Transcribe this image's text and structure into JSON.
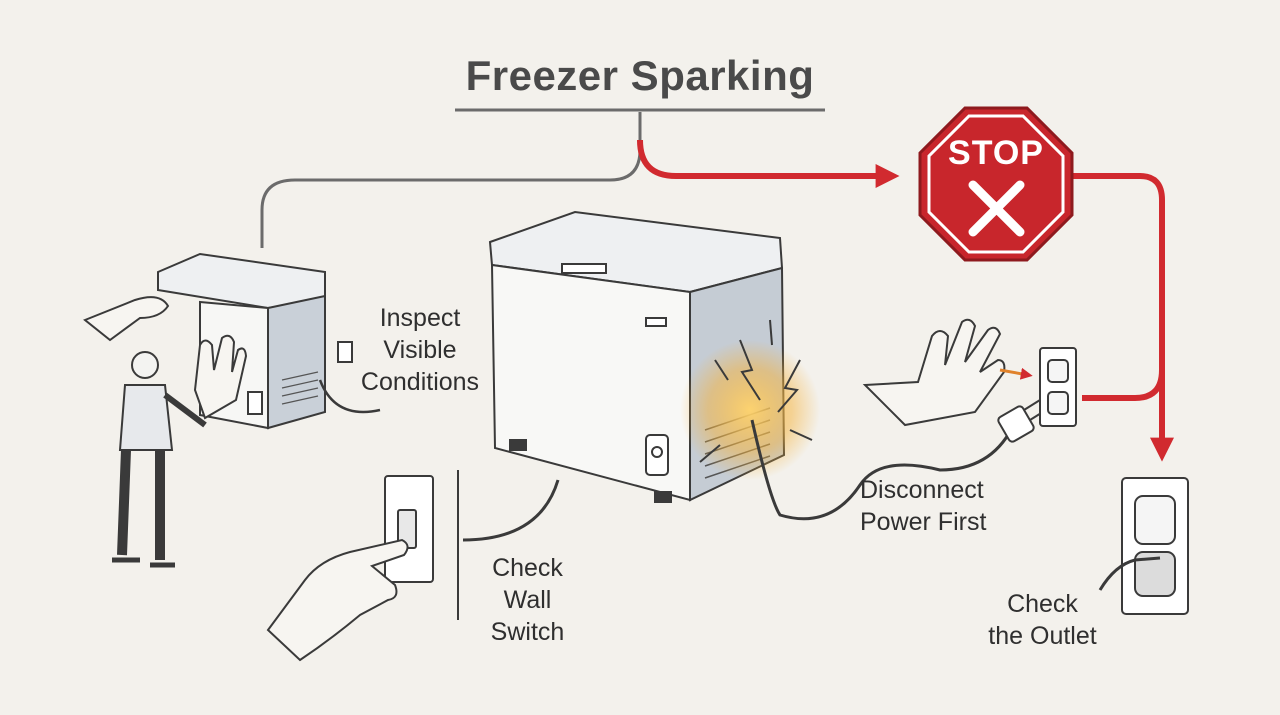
{
  "title": "Freezer Sparking",
  "stop_sign": {
    "text": "STOP",
    "color": "#c8262c"
  },
  "labels": {
    "inspect": [
      "Inspect",
      "Visible",
      "Conditions"
    ],
    "check_switch": [
      "Check",
      "Wall",
      "Switch"
    ],
    "disconnect": [
      "Disconnect",
      "Power First"
    ],
    "check_outlet": [
      "Check",
      "the Outlet"
    ]
  },
  "colors": {
    "background": "#f3f1ec",
    "connector_gray": "#6b6b6b",
    "arrow_red": "#d12a2f",
    "spark_glow": "#f5b23a",
    "line": "#3a3a3a"
  },
  "icons": [
    "freezer-icon",
    "person-icon",
    "hand-icon",
    "wall-switch-icon",
    "outlet-icon",
    "plug-icon",
    "spark-icon",
    "stop-sign-icon",
    "x-mark-icon"
  ]
}
